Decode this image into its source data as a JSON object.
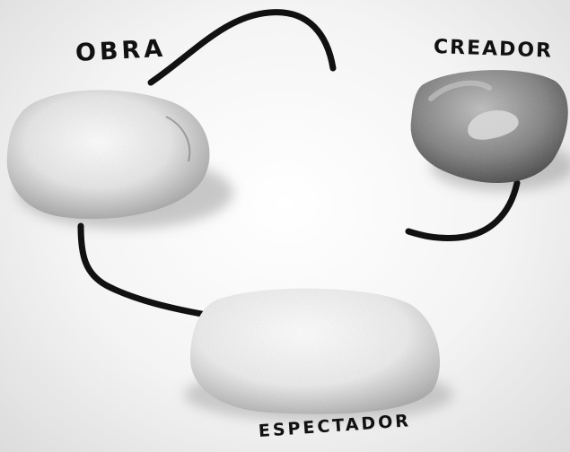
{
  "labels": {
    "obra": "OBRA",
    "creador": "CREADOR",
    "espectador": "ESPECTADOR"
  },
  "colors": {
    "ink": "#111111",
    "background": "#f4f4f4"
  }
}
